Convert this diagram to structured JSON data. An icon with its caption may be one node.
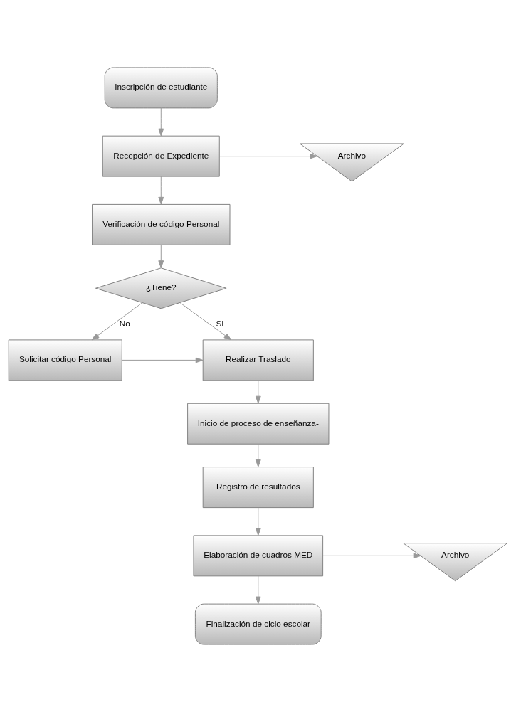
{
  "diagram": {
    "nodes": [
      {
        "text": [
          "Inscripción de estudiante"
        ]
      },
      {
        "text": [
          "Recepción de Expediente"
        ]
      },
      {
        "text": [
          "Archivo"
        ]
      },
      {
        "text": [
          "Verificación de código Personal"
        ]
      },
      {
        "text": [
          "¿Tiene?"
        ]
      },
      {
        "text": [
          "Solicitar código Personal"
        ]
      },
      {
        "text": [
          "Realizar Traslado"
        ]
      },
      {
        "text": [
          "Inicio de proceso de enseñanza-"
        ]
      },
      {
        "text": [
          "Registro de resultados"
        ]
      },
      {
        "text": [
          "Elaboración de cuadros MED"
        ]
      },
      {
        "text": [
          "Archivo"
        ]
      },
      {
        "text": [
          "Finalización de ciclo escolar"
        ]
      }
    ],
    "edges": [
      {
        "from": 0,
        "to": 1,
        "arrow": "to"
      },
      {
        "from": 1,
        "to": 2,
        "arrow": "to"
      },
      {
        "from": 1,
        "to": 3,
        "arrow": "to"
      },
      {
        "from": 3,
        "to": 4,
        "arrow": "to"
      },
      {
        "from": 4,
        "to": 5,
        "label": "No",
        "arrow": "to"
      },
      {
        "from": 4,
        "to": 6,
        "label": "Si",
        "arrow": "to"
      },
      {
        "from": 5,
        "to": 6,
        "arrow": "to"
      },
      {
        "from": 6,
        "to": 7,
        "arrow": "to"
      },
      {
        "from": 7,
        "to": 8,
        "arrow": "to"
      },
      {
        "from": 8,
        "to": 9,
        "arrow": "to"
      },
      {
        "from": 9,
        "to": 10,
        "arrow": "to"
      },
      {
        "from": 9,
        "to": 11,
        "arrow": "to"
      }
    ]
  }
}
